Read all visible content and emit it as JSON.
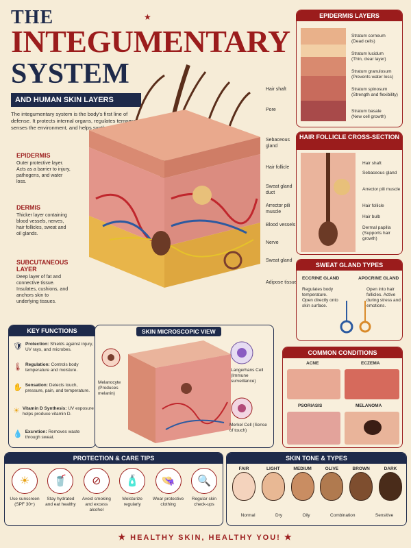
{
  "title": {
    "the": "THE",
    "main": "INTEGUMENTARY",
    "system": "SYSTEM",
    "subtitle": "AND HUMAN SKIN LAYERS"
  },
  "intro": "The integumentary system is the body's first line of defense. It protects internal organs, regulates temperature, senses the environment, and helps synthesize vitamin D.",
  "layers": [
    {
      "name": "EPIDERMIS",
      "desc": "Outer protective layer. Acts as a barrier to injury, pathogens, and water loss."
    },
    {
      "name": "DERMIS",
      "desc": "Thicker layer containing blood vessels, nerves, hair follicles, sweat and oil glands."
    },
    {
      "name": "SUBCUTANEOUS LAYER",
      "desc": "Deep layer of fat and connective tissue. Insulates, cushions, and anchors skin to underlying tissues."
    }
  ],
  "callouts": [
    "Hair shaft",
    "Pore",
    "Sebaceous gland",
    "Hair follicle",
    "Sweat gland duct",
    "Arrector pili muscle",
    "Blood vessels",
    "Nerve",
    "Sweat gland",
    "Adipose tissue"
  ],
  "epidermis_layers": {
    "title": "EPIDERMIS LAYERS",
    "items": [
      {
        "name": "Stratum corneum",
        "desc": "(Dead cells)"
      },
      {
        "name": "Stratum lucidum",
        "desc": "(Thin, clear layer)"
      },
      {
        "name": "Stratum granulosum",
        "desc": "(Prevents water loss)"
      },
      {
        "name": "Stratum spinosum",
        "desc": "(Strength and flexibility)"
      },
      {
        "name": "Stratum basale",
        "desc": "(New cell growth)"
      }
    ]
  },
  "hair_follicle": {
    "title": "HAIR FOLLICLE CROSS-SECTION",
    "items": [
      "Hair shaft",
      "Sebaceous gland",
      "Arrector pili muscle",
      "Hair follicle",
      "Hair bulb",
      "Dermal papilla (Supports hair growth)"
    ]
  },
  "sweat_glands": {
    "title": "SWEAT GLAND TYPES",
    "eccrine": {
      "name": "ECCRINE GLAND",
      "desc": "Regulates body temperature. Open directly onto skin surface."
    },
    "apocrine": {
      "name": "APOCRINE GLAND",
      "desc": "Open into hair follicles. Active during stress and emotions."
    }
  },
  "key_functions": {
    "title": "KEY FUNCTIONS",
    "items": [
      {
        "label": "Protection:",
        "text": "Shields against injury, UV rays, and microbes."
      },
      {
        "label": "Regulation:",
        "text": "Controls body temperature and moisture."
      },
      {
        "label": "Sensation:",
        "text": "Detects touch, pressure, pain, and temperature."
      },
      {
        "label": "Vitamin D Synthesis:",
        "text": "UV exposure helps produce vitamin D."
      },
      {
        "label": "Excretion:",
        "text": "Removes waste through sweat."
      }
    ]
  },
  "microscopic": {
    "title": "SKIN MICROSCOPIC VIEW",
    "melanocyte": "Melanocyte (Produces melanin)",
    "langerhans": "Langerhans Cell (Immune surveillance)",
    "merkel": "Merkel Cell (Sense of touch)"
  },
  "conditions": {
    "title": "COMMON CONDITIONS",
    "items": [
      "ACNE",
      "ECZEMA",
      "PSORIASIS",
      "MELANOMA"
    ]
  },
  "tips": {
    "title": "PROTECTION & CARE TIPS",
    "items": [
      "Use sunscreen (SPF 30+)",
      "Stay hydrated and eat healthy",
      "Avoid smoking and excess alcohol",
      "Moisturize regularly",
      "Wear protective clothing",
      "Regular skin check-ups"
    ]
  },
  "skin_tones": {
    "title": "SKIN TONE & TYPES",
    "tones": [
      "FAIR",
      "LIGHT",
      "MEDIUM",
      "OLIVE",
      "BROWN",
      "DARK"
    ],
    "tone_colors": [
      "#f4d3bd",
      "#e8b894",
      "#c98d62",
      "#b07a4f",
      "#7e4e2f",
      "#4a2c1a"
    ],
    "types": [
      "Normal",
      "Dry",
      "Oily",
      "Combination",
      "Sensitive"
    ]
  },
  "footer": "HEALTHY SKIN, HEALTHY YOU!",
  "colors": {
    "accent": "#9b1c1c",
    "navy": "#1e2a4a",
    "background": "#f6ecd7"
  }
}
